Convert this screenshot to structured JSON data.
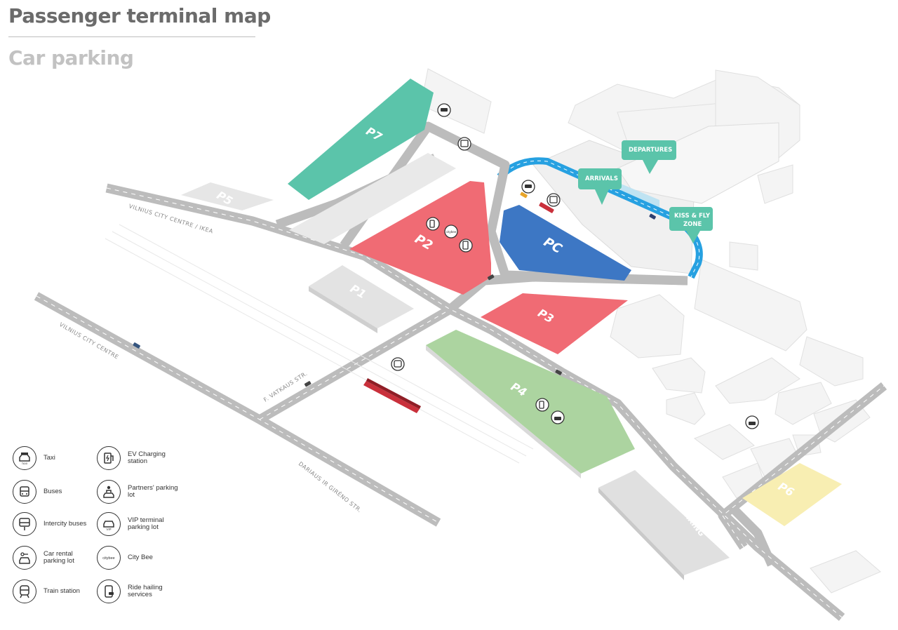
{
  "header": {
    "title": "Passenger terminal map",
    "subtitle": "Car parking"
  },
  "parking": {
    "p1": "P1",
    "p2": "P2",
    "p3": "P3",
    "p4": "P4",
    "p5": "P5",
    "p6": "P6",
    "p7": "P7",
    "pc": "PC",
    "adc": "ADC PARKING"
  },
  "terminal_tags": {
    "departures": "DEPARTURES",
    "arrivals": "ARRIVALS",
    "kiss_fly_1": "KISS & FLY",
    "kiss_fly_2": "ZONE"
  },
  "roads": {
    "vilnius_centre_ikea": "VILNIUS CITY CENTRE / IKEA",
    "vilnius_centre": "VILNIUS CITY CENTRE",
    "vatkaus": "F. VATKAUS STR.",
    "dariaus": "DARIAUS IR GIRĖNO STR."
  },
  "map_icons": {
    "citybee": "citybee"
  },
  "colors": {
    "p7": "#5bc4aa",
    "p2_p3": "#f06b74",
    "pc": "#3d77c4",
    "p4": "#acd4a0",
    "p6": "#f8eeb2",
    "road": "#bcbcbc",
    "terminal_ring": "#27a1e1"
  },
  "legend": [
    {
      "icon": "taxi-icon",
      "label": "Taxi",
      "sub": "TAXI"
    },
    {
      "icon": "ev-charging-icon",
      "label": "EV Charging station"
    },
    {
      "icon": "bus-icon",
      "label": "Buses"
    },
    {
      "icon": "partners-parking-icon",
      "label": "Partners' parking lot"
    },
    {
      "icon": "intercity-bus-icon",
      "label": "Intercity buses"
    },
    {
      "icon": "vip-parking-icon",
      "label": "VIP terminal parking lot",
      "sub": "VIP"
    },
    {
      "icon": "car-rental-icon",
      "label": "Car rental parking lot"
    },
    {
      "icon": "citybee-icon",
      "label": "City Bee",
      "sub": "citybee"
    },
    {
      "icon": "train-icon",
      "label": "Train station"
    },
    {
      "icon": "ride-hailing-icon",
      "label": "Ride hailing services"
    }
  ]
}
